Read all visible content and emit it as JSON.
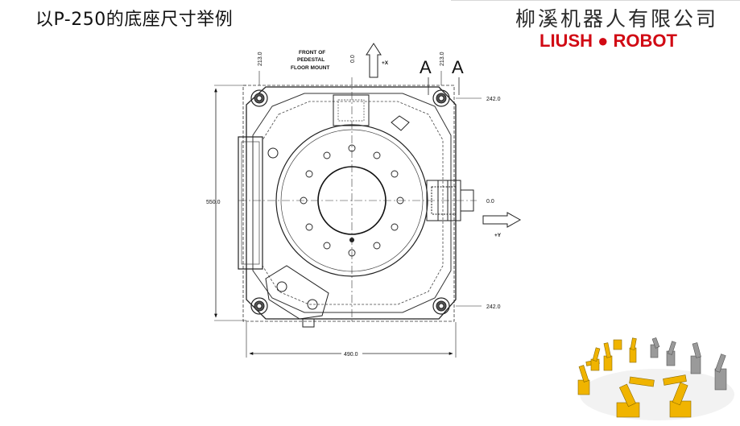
{
  "slide": {
    "title": "以P-250的底座尺寸举例"
  },
  "branding": {
    "company_cn": "柳溪机器人有限公司",
    "company_en": "LIUSH ● ROBOT",
    "brand_color": "#d10a14"
  },
  "drawing": {
    "front_note_line1": "FRONT OF",
    "front_note_line2": "PEDESTAL",
    "front_note_line3": "FLOOR MOUNT",
    "plus_x": "+X",
    "plus_y": "+Y",
    "section_a_left": "A",
    "section_a_right": "A",
    "dim_left_top": "213.0",
    "dim_center_top": "0.0",
    "dim_right_top": "213.0",
    "dim_right_upper": "242.0",
    "dim_right_center": "0.0",
    "dim_right_lower": "242.0",
    "dim_height": "550.0",
    "dim_width": "490.0"
  },
  "images": {
    "robots": "robot-arms-illustration"
  }
}
